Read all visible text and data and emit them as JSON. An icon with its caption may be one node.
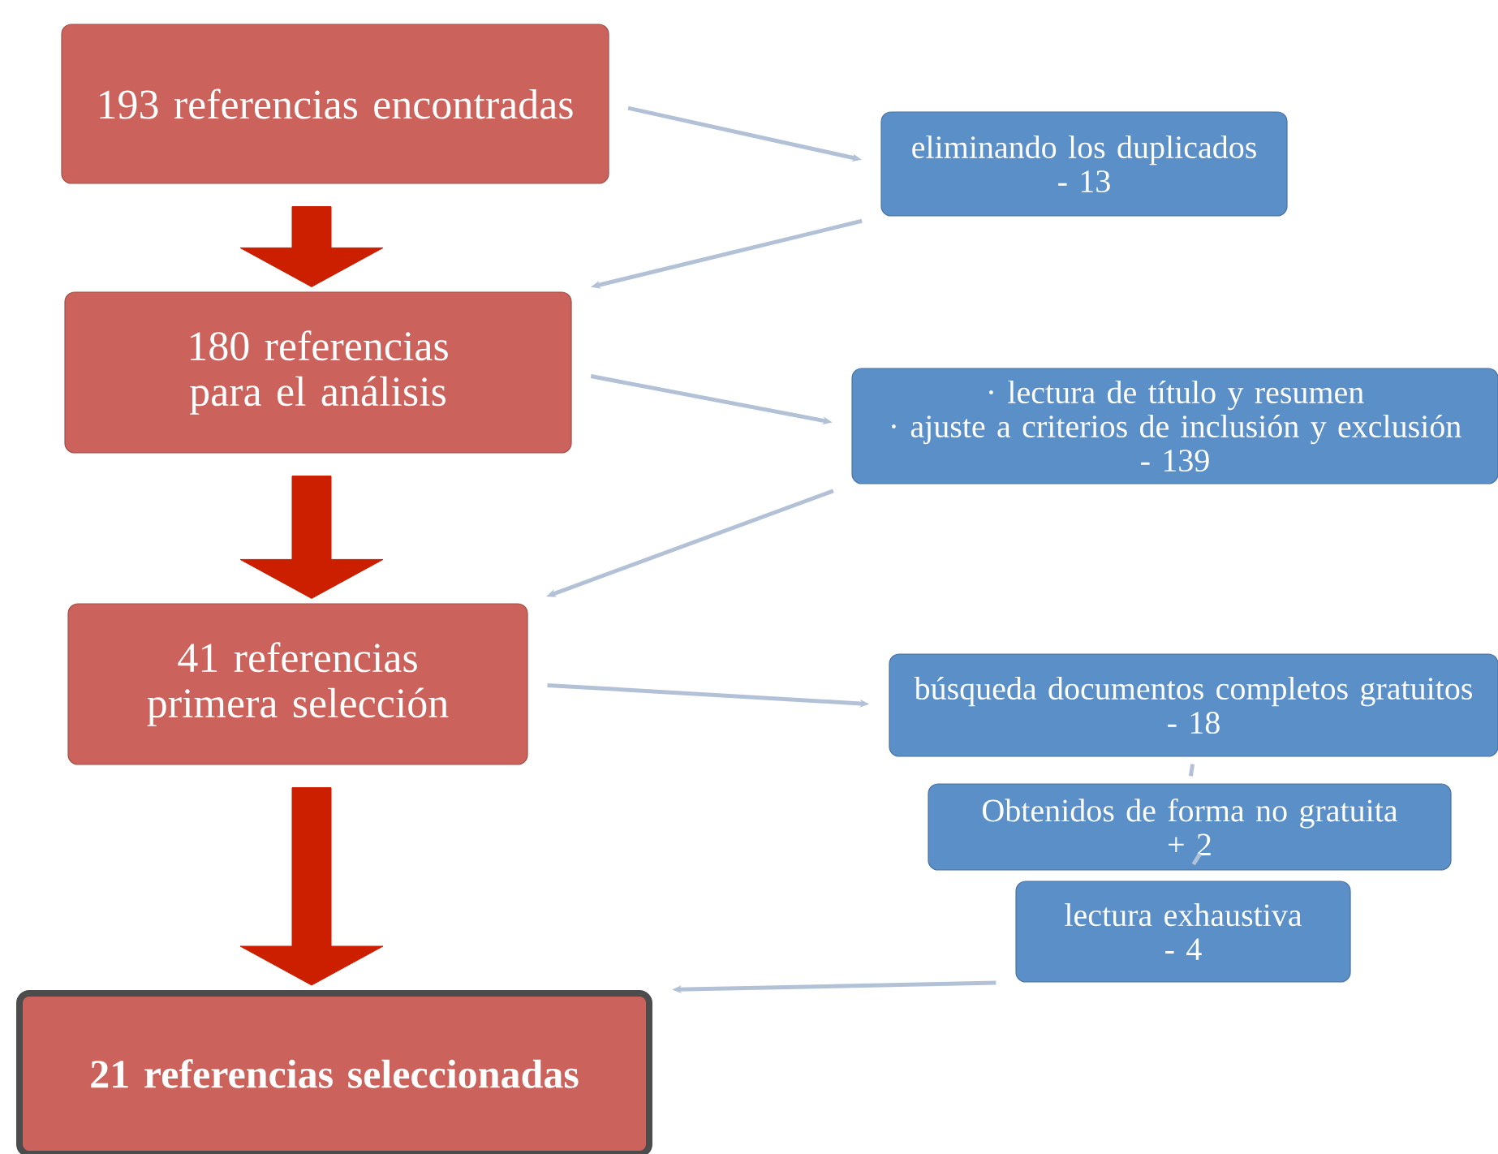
{
  "diagram": {
    "nodes": [
      {
        "text": [
          "193 referencias encontradas"
        ]
      },
      {
        "text": [
          "eliminando los duplicados",
          "- 13"
        ]
      },
      {
        "text": [
          "180 referencias para el análisis"
        ]
      },
      {
        "text": [
          "· lectura de título y resumen",
          "· ajuste a criterios de inclusión y exclusión",
          "- 139"
        ]
      },
      {
        "text": [
          "41 referencias primera selección"
        ]
      },
      {
        "text": [
          "búsqueda documentos completos gratuitos",
          "- 18"
        ]
      },
      {
        "text": [
          "Obtenidos de forma no gratuita",
          "+ 2"
        ]
      },
      {
        "text": [
          "lectura exhaustiva",
          "- 4"
        ]
      },
      {
        "text": [
          "21 referencias seleccionadas"
        ]
      }
    ],
    "edges": [
      {
        "from": 0,
        "to": 1,
        "arrow": "to"
      },
      {
        "from": 1,
        "to": 2,
        "arrow": "to"
      },
      {
        "from": 0,
        "to": 2,
        "arrow": "to",
        "style": "thick",
        "color": "#cc1f00"
      },
      {
        "from": 2,
        "to": 3,
        "arrow": "to"
      },
      {
        "from": 3,
        "to": 4,
        "arrow": "to"
      },
      {
        "from": 2,
        "to": 4,
        "arrow": "to",
        "style": "thick",
        "color": "#cc1f00"
      },
      {
        "from": 4,
        "to": 5,
        "arrow": "to"
      },
      {
        "from": 5,
        "to": 6,
        "arrow": "none"
      },
      {
        "from": 6,
        "to": 7,
        "arrow": "none"
      },
      {
        "from": 7,
        "to": 8,
        "arrow": "to"
      },
      {
        "from": 4,
        "to": 8,
        "arrow": "to",
        "style": "thick",
        "color": "#cc1f00"
      }
    ]
  }
}
